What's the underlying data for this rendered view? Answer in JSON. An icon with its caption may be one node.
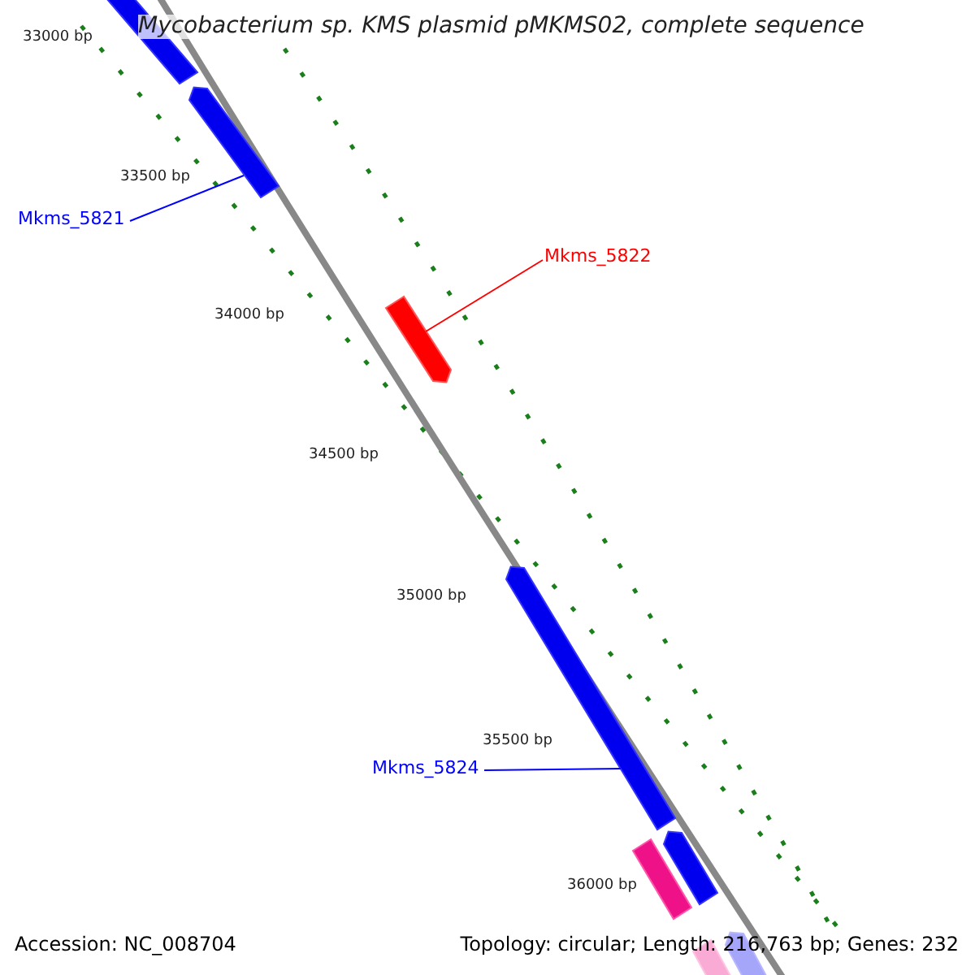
{
  "diagram": {
    "title": "Mycobacterium sp. KMS plasmid pMKMS02, complete sequence",
    "nodes": [
      {
        "text": [
          "Mkms_5821"
        ]
      },
      {
        "text": [],
        "shape": "bar"
      },
      {
        "text": [
          "Mkms_5822"
        ]
      },
      {
        "text": [],
        "shape": "bar"
      },
      {
        "text": [
          "Mkms_5824"
        ]
      },
      {
        "text": [],
        "shape": "bar"
      },
      {
        "text": [],
        "shape": "bar"
      },
      {
        "text": [],
        "shape": "bar"
      },
      {
        "text": [],
        "shape": "bar"
      },
      {
        "text": [],
        "shape": "bar"
      },
      {
        "text": [],
        "shape": "bar"
      }
    ],
    "edges": [
      {
        "from": 0,
        "to": 1,
        "arrow": "none"
      },
      {
        "from": 2,
        "to": 3,
        "arrow": "none",
        "color": "#ff0000"
      },
      {
        "from": 4,
        "to": 5,
        "arrow": "none"
      }
    ],
    "labels": [
      "33000 bp",
      "33500 bp",
      "34000 bp",
      "34500 bp",
      "35000 bp",
      "35500 bp",
      "36000 bp",
      "Accession: NC_008704",
      "Topology: circular; Length: 216,763 bp; Genes: 232"
    ]
  }
}
